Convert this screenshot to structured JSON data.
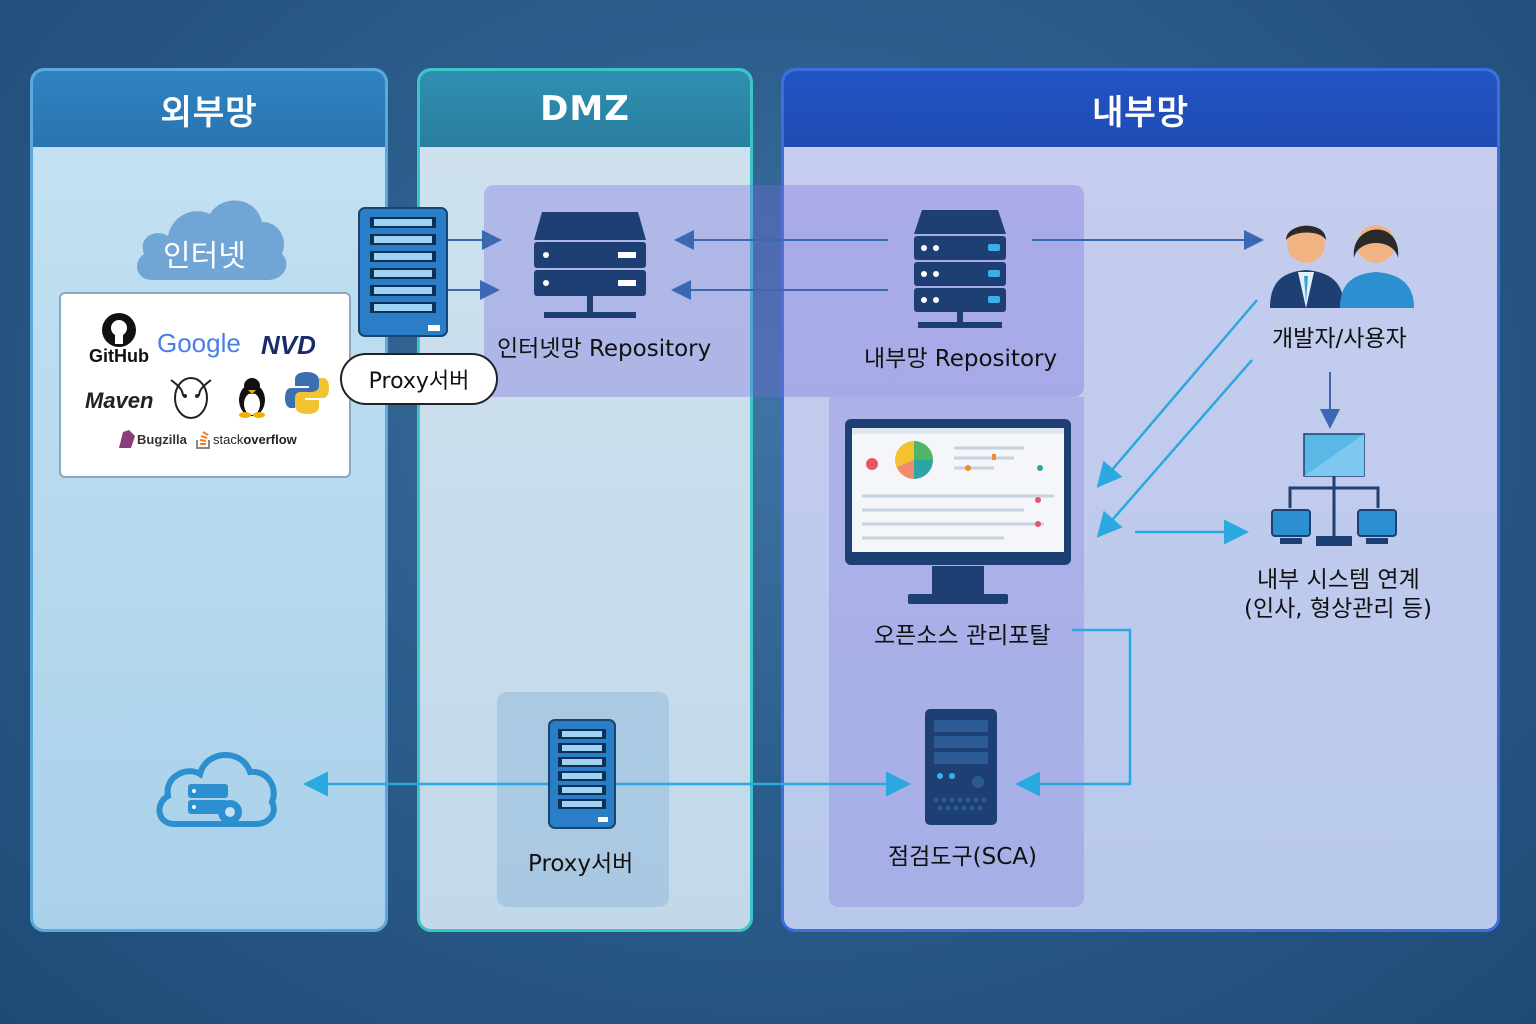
{
  "zones": {
    "external": "외부망",
    "dmz": "DMZ",
    "internal": "내부망"
  },
  "internet_label": "인터넷",
  "logos": {
    "github": "GitHub",
    "google": "Google",
    "nvd": "NVD",
    "maven": "Maven",
    "bugzilla": "Bugzilla",
    "stackoverflow_a": "stack",
    "stackoverflow_b": "overflow"
  },
  "proxy_top": "Proxy서버",
  "proxy_bottom": "Proxy서버",
  "internet_repo": "인터넷망 Repository",
  "internal_repo": "내부망 Repository",
  "users": "개발자/사용자",
  "portal": "오픈소스 관리포탈",
  "integration_line1": "내부 시스템 연계",
  "integration_line2": "(인사, 형상관리 등)",
  "sca_tool": "점검도구(SCA)",
  "colors": {
    "arrow_dark": "#3a68b3",
    "arrow_light": "#2aa8e0"
  }
}
